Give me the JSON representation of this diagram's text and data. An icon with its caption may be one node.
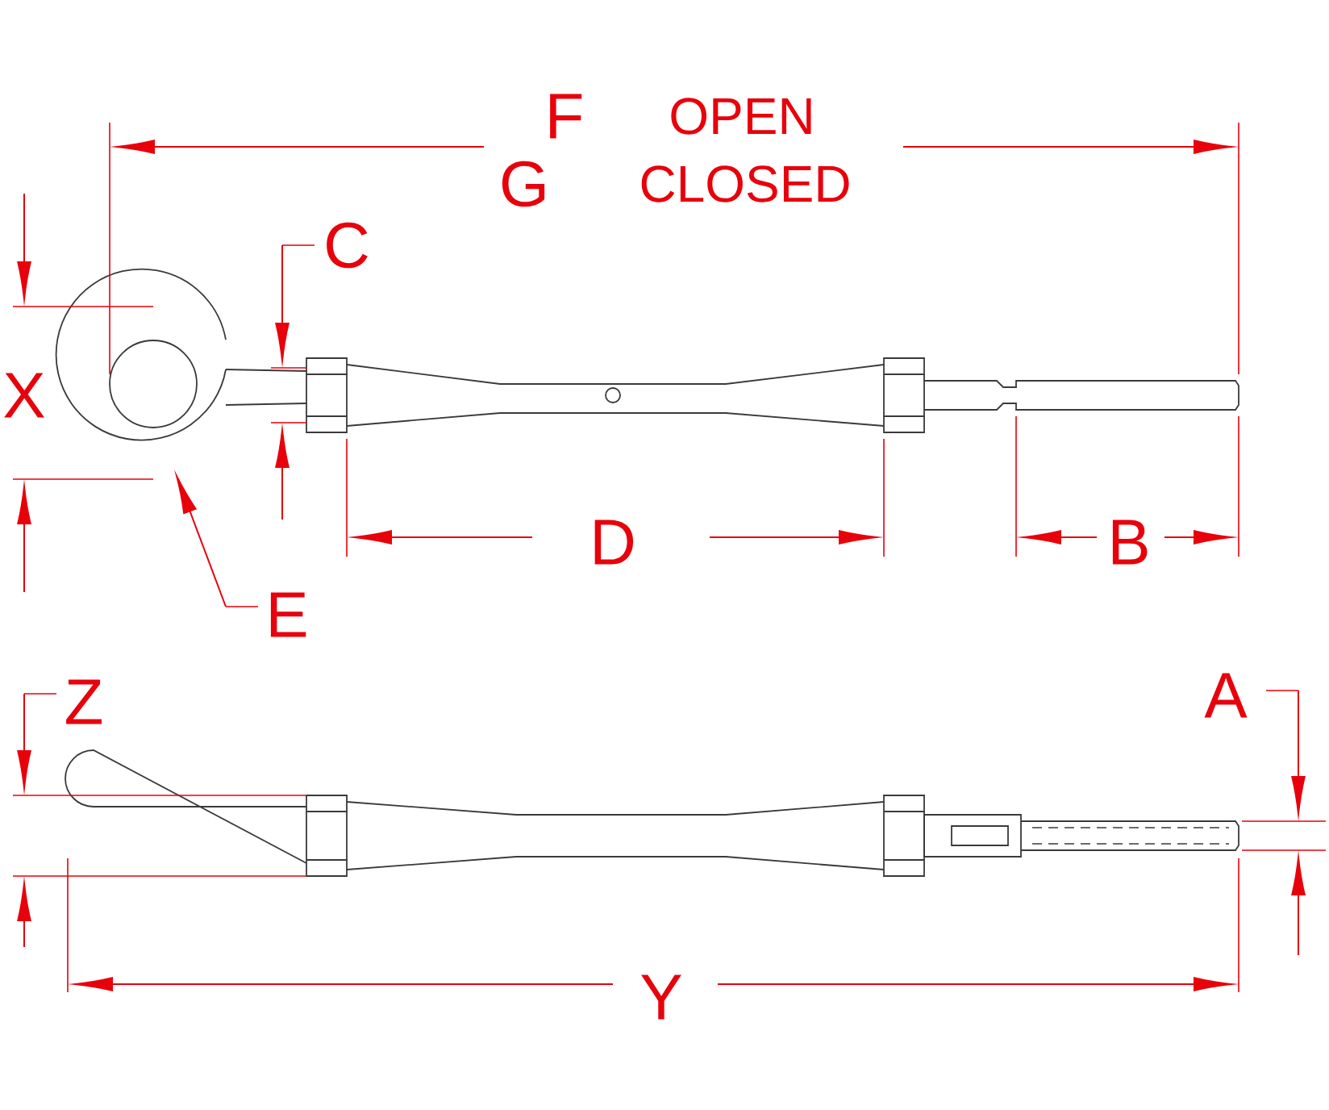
{
  "diagram": {
    "labels": [
      "F",
      "OPEN",
      "G",
      "CLOSED",
      "C",
      "X",
      "D",
      "B",
      "E",
      "Z",
      "A",
      "Y"
    ]
  }
}
